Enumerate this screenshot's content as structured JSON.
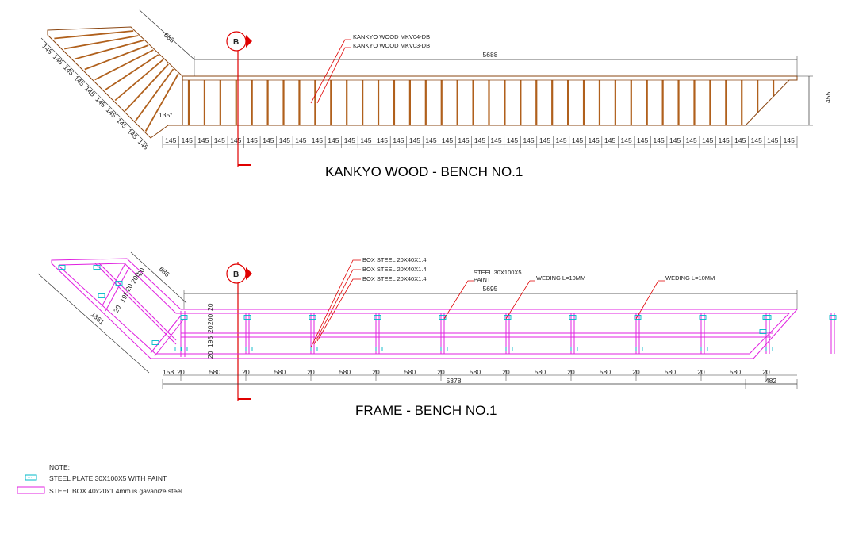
{
  "wood": {
    "title": "KANKYO WOOD - BENCH NO.1",
    "material_1": "KANKYO WOOD MKV04-DB",
    "material_2": "KANKYO WOOD MKV03-DB",
    "total_length": "5688",
    "diag_length": "683",
    "height": "455",
    "angle": "135°",
    "slat_pitch": "145",
    "slat_count_straight": 39,
    "slat_count_diag": 10,
    "wood_color": "#b0601c"
  },
  "frame": {
    "title": "FRAME - BENCH NO.1",
    "callout_1": "BOX STEEL 20X40X1.4",
    "callout_2": "BOX STEEL 20X40X1.4",
    "callout_3": "BOX STEEL 20X40X1.4",
    "callout_plate_1": "STEEL 30X100X5",
    "callout_plate_2": "PAINT",
    "weld_1": "WEDING L=10MM",
    "weld_2": "WEDING L=10MM",
    "total_length": "5695",
    "diag_length": "686",
    "diag_outer": "1361",
    "bottom_total": "5378",
    "end_offset": "482",
    "start_offset": "158",
    "seg": "580",
    "post": "20",
    "side_dims": [
      "20",
      "195",
      "20",
      "200",
      "20"
    ],
    "steel_color": "#e020e0",
    "plate_color": "#00b8c8"
  },
  "section_mark": {
    "label": "B",
    "color": "#e00000"
  },
  "legend": {
    "heading": "NOTE:",
    "item_1": "STEEL PLATE 30X100X5 WITH PAINT",
    "item_2": "STEEL BOX 40x20x1.4mm is gavanize steel"
  }
}
